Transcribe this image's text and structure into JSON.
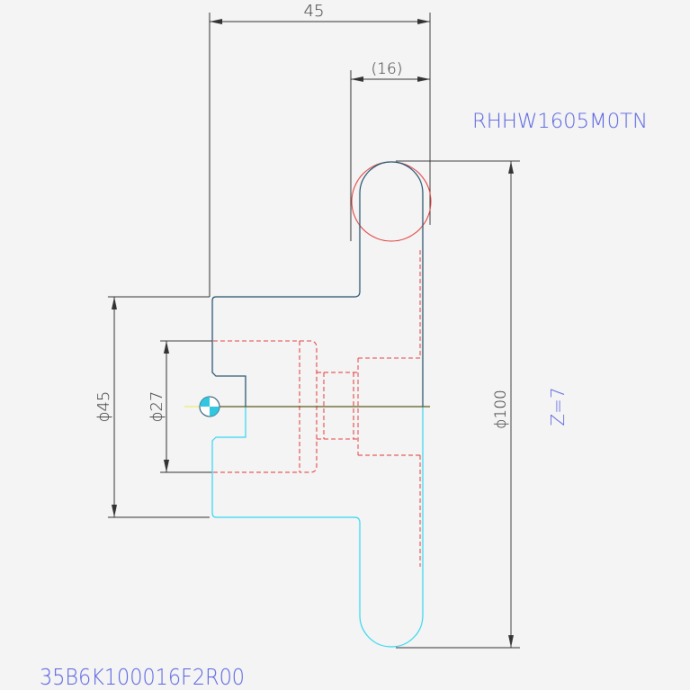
{
  "dimensions": {
    "width_45": "45",
    "width_16": "(16)",
    "dia_45": "ϕ45",
    "dia_27": "ϕ27",
    "dia_100": "ϕ100"
  },
  "labels": {
    "tool_code": "RHHW1605M0TN",
    "teeth": "Z=7",
    "part_number": "35B6K100016F2R00"
  },
  "colors": {
    "outline": "#1e4f6a",
    "hidden": "#e23838",
    "cyan": "#33d6f0",
    "dim": "#333333",
    "blue_text": "#5a64e0",
    "axis": "#5b5b1f"
  }
}
